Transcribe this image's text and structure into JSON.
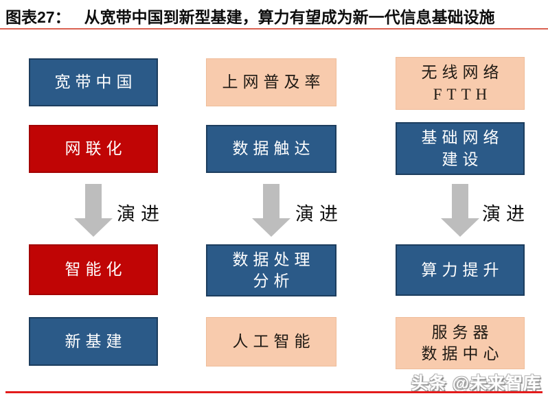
{
  "header": {
    "prefix": "图表27：",
    "title": "从宽带中国到新型基建，算力有望成为新一代信息基础设施"
  },
  "evolution": {
    "label": "演进"
  },
  "columns": [
    {
      "theme": "network-evolution",
      "boxes": [
        {
          "text": "宽带中国",
          "style": "blue"
        },
        {
          "text": "网联化",
          "style": "red"
        },
        {
          "text": "智能化",
          "style": "red"
        },
        {
          "text": "新基建",
          "style": "blue"
        }
      ]
    },
    {
      "theme": "data-evolution",
      "boxes": [
        {
          "text": "上网普及率",
          "style": "peach"
        },
        {
          "text": "数据触达",
          "style": "blue"
        },
        {
          "text": "数据处理\n分析",
          "style": "blue"
        },
        {
          "text": "人工智能",
          "style": "peach"
        }
      ]
    },
    {
      "theme": "infrastructure-evolution",
      "boxes": [
        {
          "text": "无线网络\nFTTH",
          "style": "peach"
        },
        {
          "text": "基础网络\n建设",
          "style": "blue"
        },
        {
          "text": "算力提升",
          "style": "blue"
        },
        {
          "text": "服务器\n数据中心",
          "style": "peach"
        }
      ]
    }
  ],
  "footer": {
    "watermark": "头条 @未来智库"
  },
  "colors": {
    "box_blue": "#2b5a88",
    "box_blue_border": "#1c3d5e",
    "box_red": "#c00505",
    "box_peach": "#f8cbad",
    "arrow_gray": "#bdbdbd",
    "title_rule": "#d96050",
    "bottom_rule": "#e31b1b",
    "text_on_dark": "#ffffff",
    "text_on_peach": "#1f1a14"
  }
}
